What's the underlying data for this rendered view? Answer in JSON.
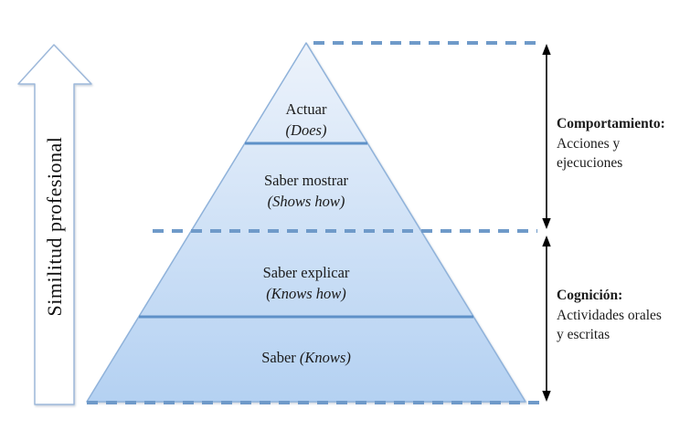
{
  "axis_arrow": {
    "label": "Similitud profesional"
  },
  "pyramid": {
    "levels": [
      {
        "label": "Actuar",
        "sublabel": "(Does)"
      },
      {
        "label": "Saber mostrar",
        "sublabel": "(Shows how)"
      },
      {
        "label": "Saber explicar",
        "sublabel": "(Knows how)"
      },
      {
        "label": "Saber",
        "sublabel": "(Knows)"
      }
    ]
  },
  "annotations": [
    {
      "title": "Comportamiento:",
      "lines": [
        "Acciones y",
        "ejecuciones"
      ]
    },
    {
      "title": "Cognición:",
      "lines": [
        "Actividades orales",
        "y escritas"
      ]
    }
  ],
  "colors": {
    "pyramid_gradient_top": "#edf3fb",
    "pyramid_gradient_bottom": "#b4d1f2",
    "pyramid_border": "#8fb2da",
    "separator_line": "#5e91c8",
    "dashed_line": "#6f9ac9",
    "block_arrow_border": "#9db8da",
    "block_arrow_fill": "#ffffff",
    "range_arrow": "#000000",
    "text": "#1b1b1b"
  }
}
